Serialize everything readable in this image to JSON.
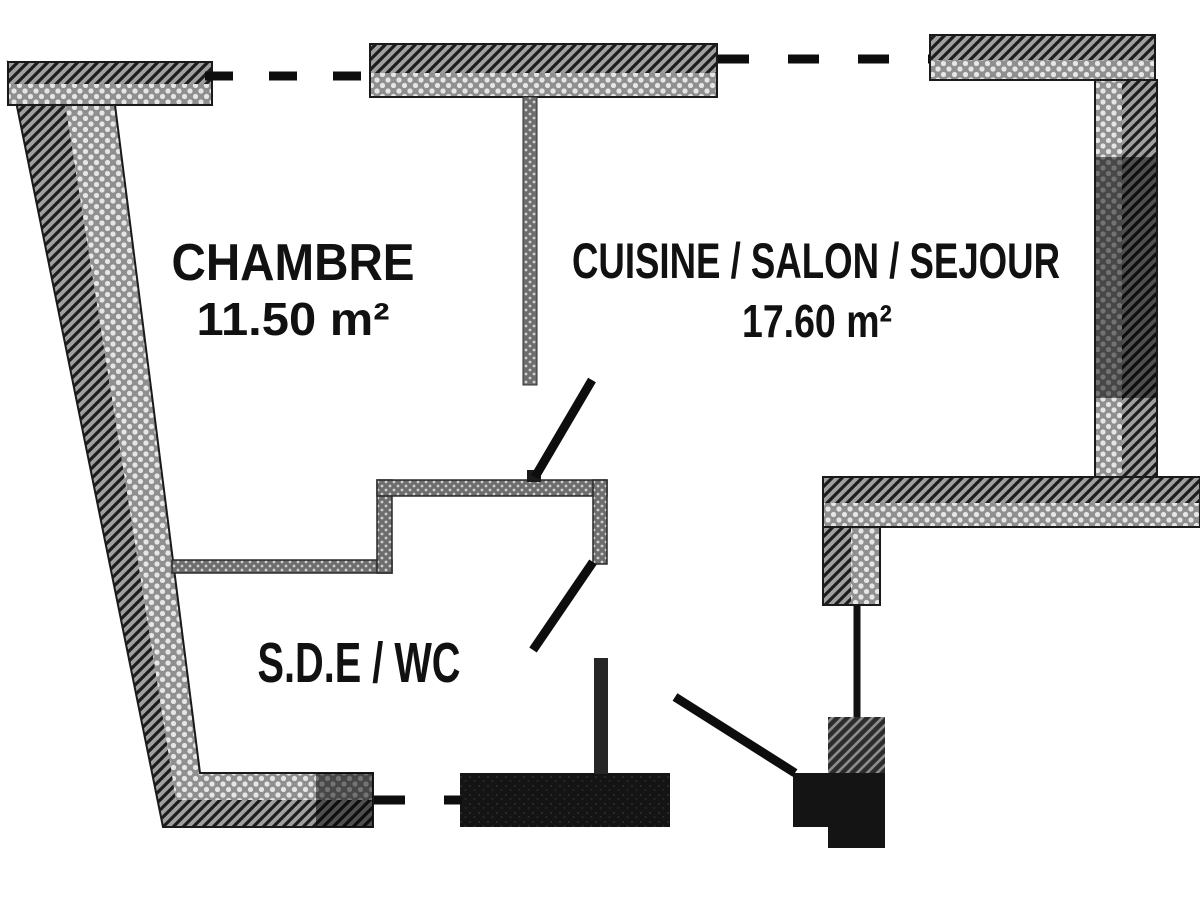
{
  "plan": {
    "type": "floor-plan",
    "rooms": [
      {
        "id": "chambre",
        "name": "CHAMBRE",
        "area": "11.50 m²"
      },
      {
        "id": "cuisine-salon-sejour",
        "name": "CUISINE / SALON / SEJOUR",
        "area": "17.60 m²"
      },
      {
        "id": "sde-wc",
        "name": "S.D.E / WC",
        "area": ""
      }
    ],
    "colors": {
      "background": "#ffffff",
      "wall_hatch_base": "#9f9f9f",
      "wall_dot_base": "#8f8f8f",
      "hatch_line": "#1c1c1c",
      "partition_gray": "#6d6d6d",
      "dark_block": "#141414",
      "line_black": "#0d0d0d"
    }
  }
}
